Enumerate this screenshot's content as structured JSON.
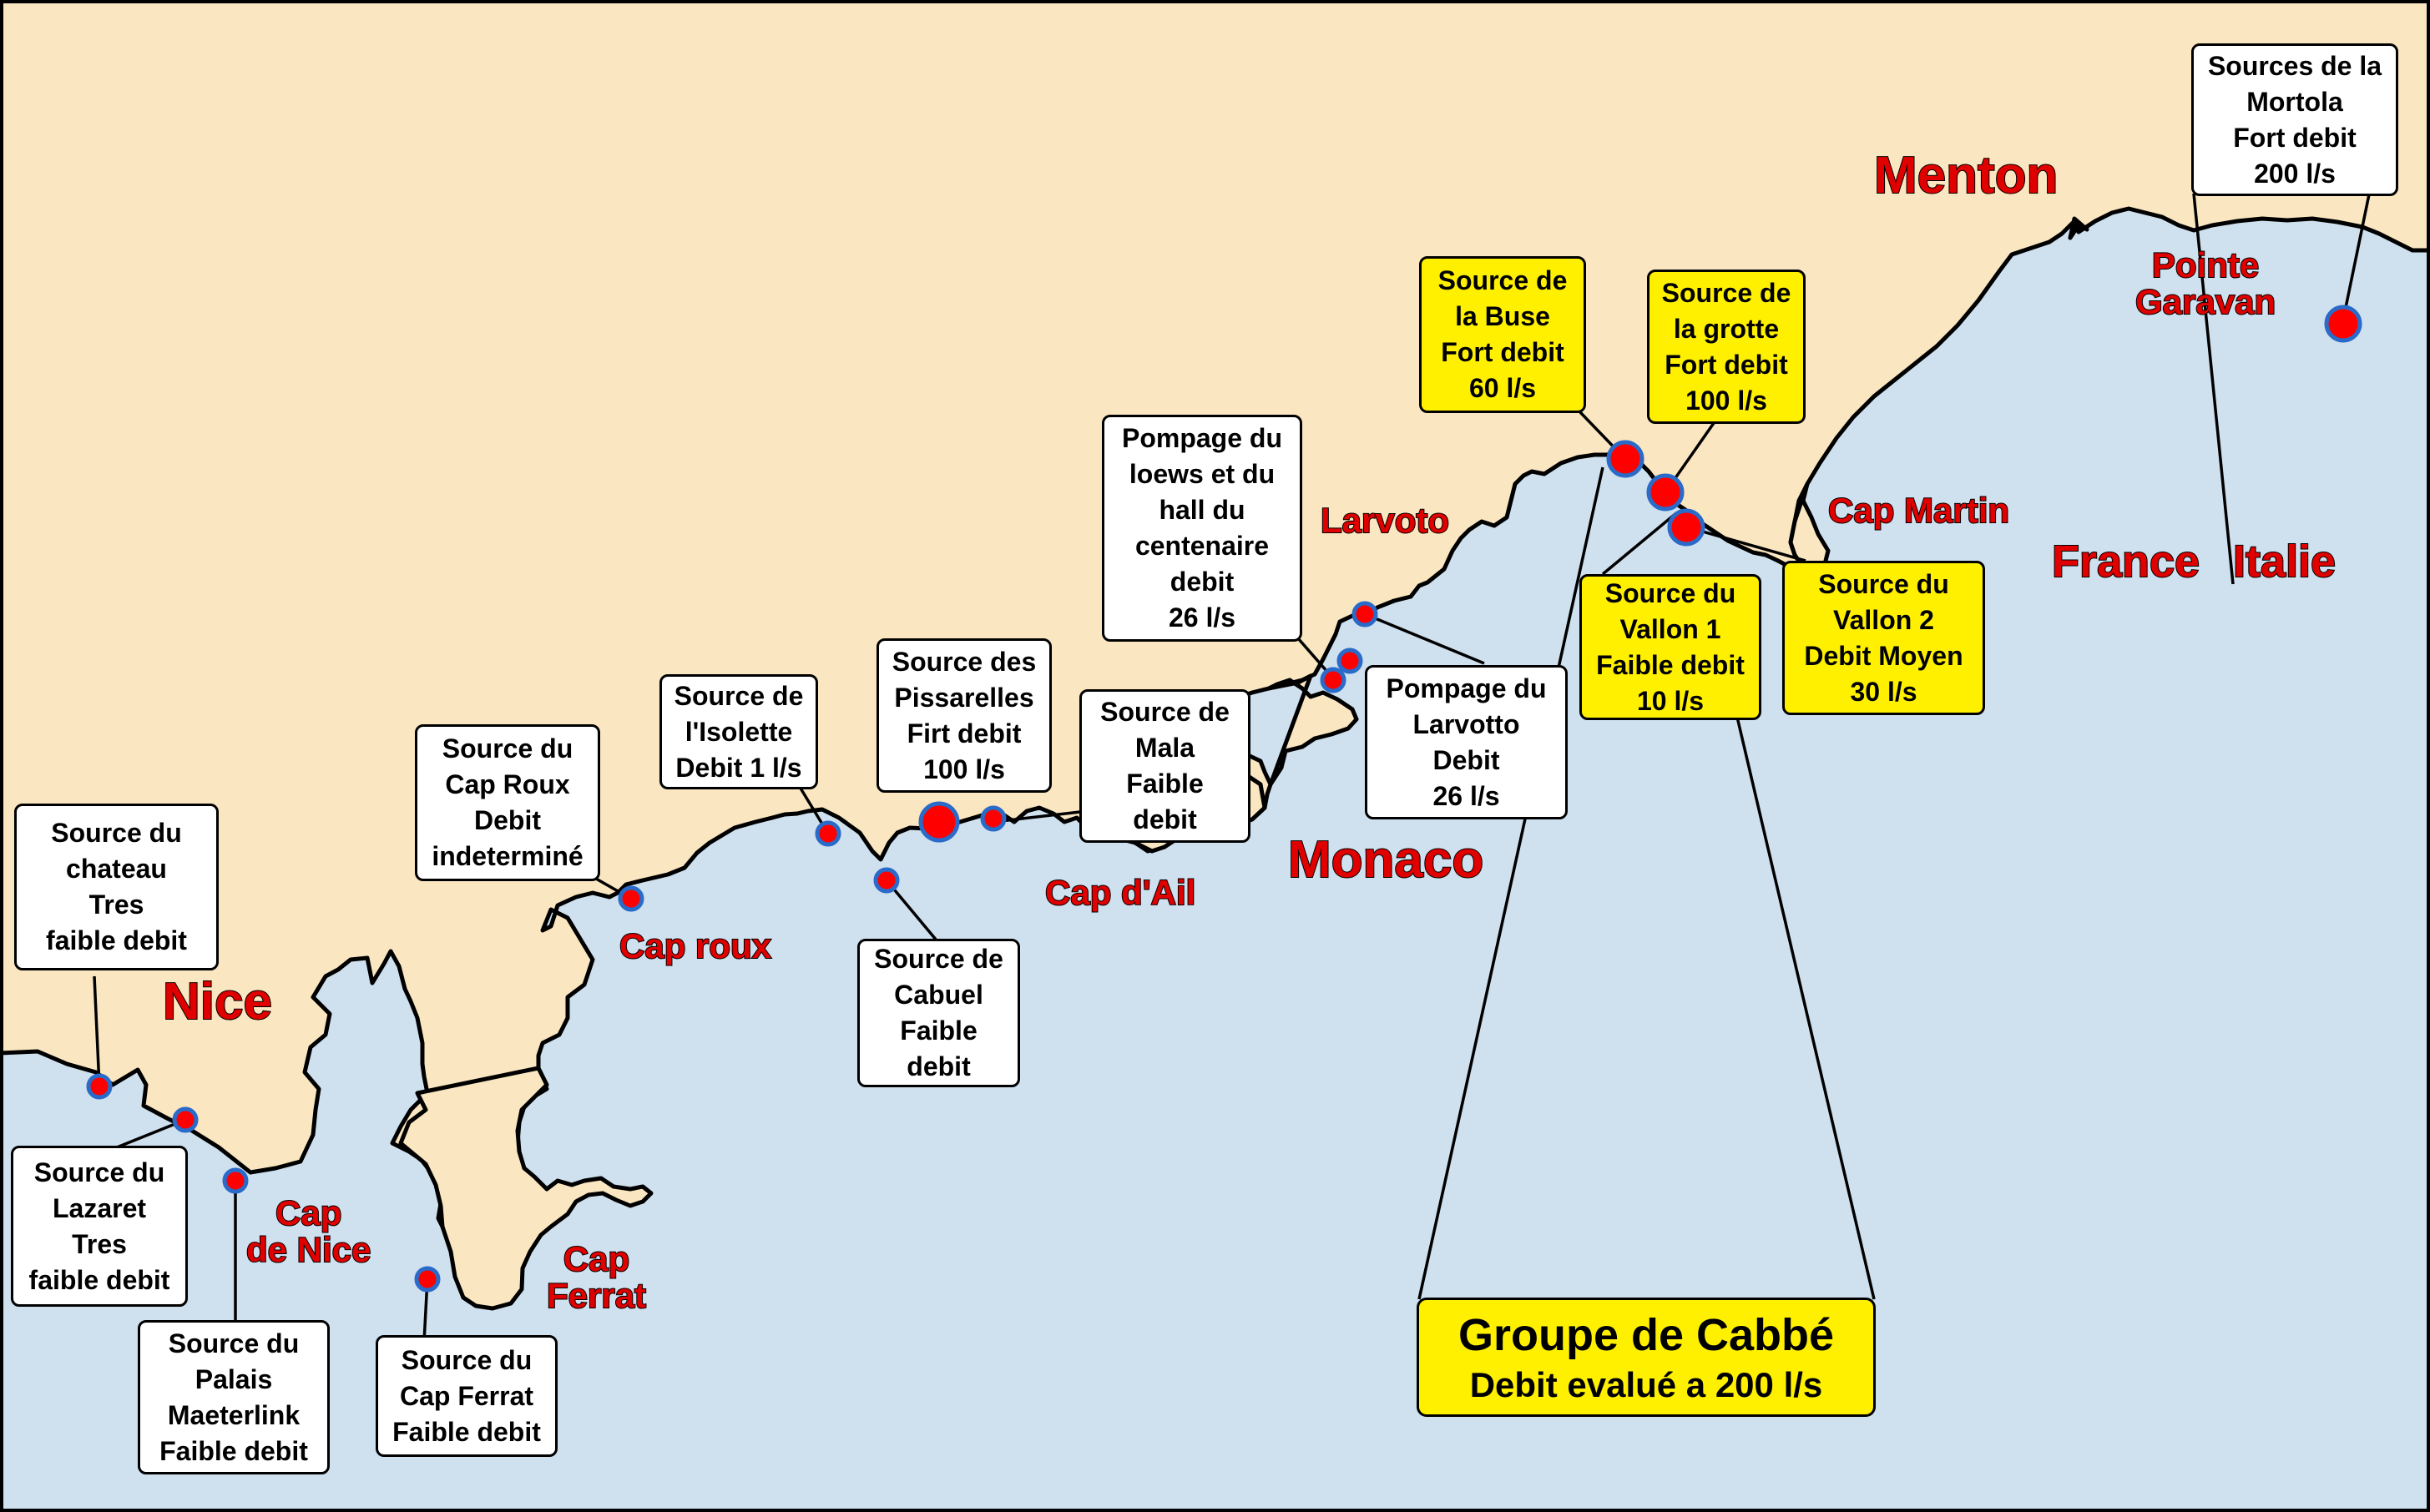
{
  "colors": {
    "land": "#fae6c0",
    "sea": "#cfe0ee",
    "coastline": "#000000",
    "spring_fill": "#ff0000",
    "spring_ring": "#2a6ac8",
    "highlight_box": "#fff000",
    "place_text": "#e00000"
  },
  "places": {
    "nice": "Nice",
    "cap_de_nice": [
      "Cap",
      "de Nice"
    ],
    "cap_ferrat": [
      "Cap",
      "Ferrat"
    ],
    "cap_roux": "Cap roux",
    "cap_dail": "Cap d'Ail",
    "monaco": "Monaco",
    "larvoto": "Larvoto",
    "cap_martin": "Cap Martin",
    "menton": "Menton",
    "pointe_garavan": [
      "Pointe",
      "Garavan"
    ],
    "france": "France",
    "italie": "Italie"
  },
  "springs": {
    "chateau": [
      "Source du",
      "chateau",
      "Tres",
      "faible debit"
    ],
    "lazaret": [
      "Source du",
      "Lazaret",
      "Tres",
      "faible debit"
    ],
    "palais": [
      "Source du",
      "Palais",
      "Maeterlink",
      "Faible debit"
    ],
    "cap_ferrat": [
      "Source du",
      "Cap Ferrat",
      "Faible debit"
    ],
    "cap_roux": [
      "Source du",
      "Cap Roux",
      "Debit",
      "indeterminé"
    ],
    "isolette": [
      "Source de",
      "l'Isolette",
      "Debit 1 l/s"
    ],
    "pissarelles": [
      "Source des",
      "Pissarelles",
      "Firt debit",
      "100 l/s"
    ],
    "cabuel": [
      "Source de",
      "Cabuel",
      "Faible",
      "debit"
    ],
    "mala": [
      "Source de",
      "Mala",
      "Faible",
      "debit"
    ],
    "loews": [
      "Pompage du",
      "loews et du",
      "hall du",
      "centenaire",
      "debit",
      "26 l/s"
    ],
    "larvotto": [
      "Pompage du",
      "Larvotto",
      "Debit",
      "26 l/s"
    ],
    "buse": [
      "Source de",
      "la Buse",
      "Fort debit",
      "60 l/s"
    ],
    "grotte": [
      "Source de",
      "la grotte",
      "Fort debit",
      "100 l/s"
    ],
    "vallon1": [
      "Source du",
      "Vallon 1",
      "Faible debit",
      "10 l/s"
    ],
    "vallon2": [
      "Source du",
      "Vallon 2",
      "Debit Moyen",
      "30 l/s"
    ],
    "mortola": [
      "Sources de la",
      "Mortola",
      "Fort debit",
      "200 l/s"
    ]
  },
  "group": {
    "title": "Groupe de Cabbé",
    "subtitle": "Debit evalué a 200 l/s"
  }
}
